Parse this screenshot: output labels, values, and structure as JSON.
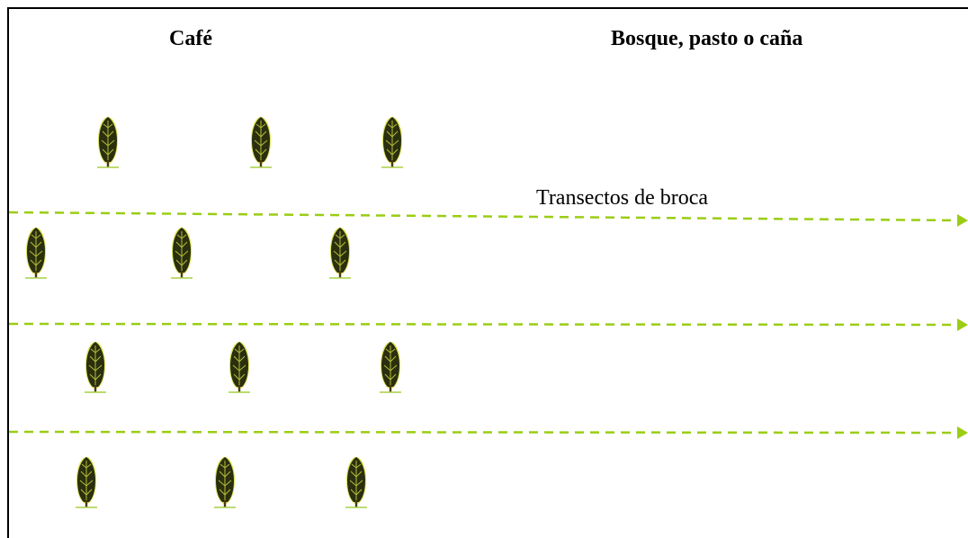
{
  "headings": {
    "left": "Café",
    "right": "Bosque, pasto o caña"
  },
  "transect_label": "Transectos de broca",
  "colors": {
    "transect_line": "#9acd14",
    "tree_foliage": "#2a2f0f",
    "tree_glow": "#d8e040",
    "trunk": "#4a3a10",
    "ground": "#a8d040"
  },
  "icons": {
    "tree": "coffee-tree-icon",
    "arrow": "arrowhead-icon"
  },
  "tree_rows": [
    3,
    3,
    3,
    3
  ],
  "transect_count": 3
}
